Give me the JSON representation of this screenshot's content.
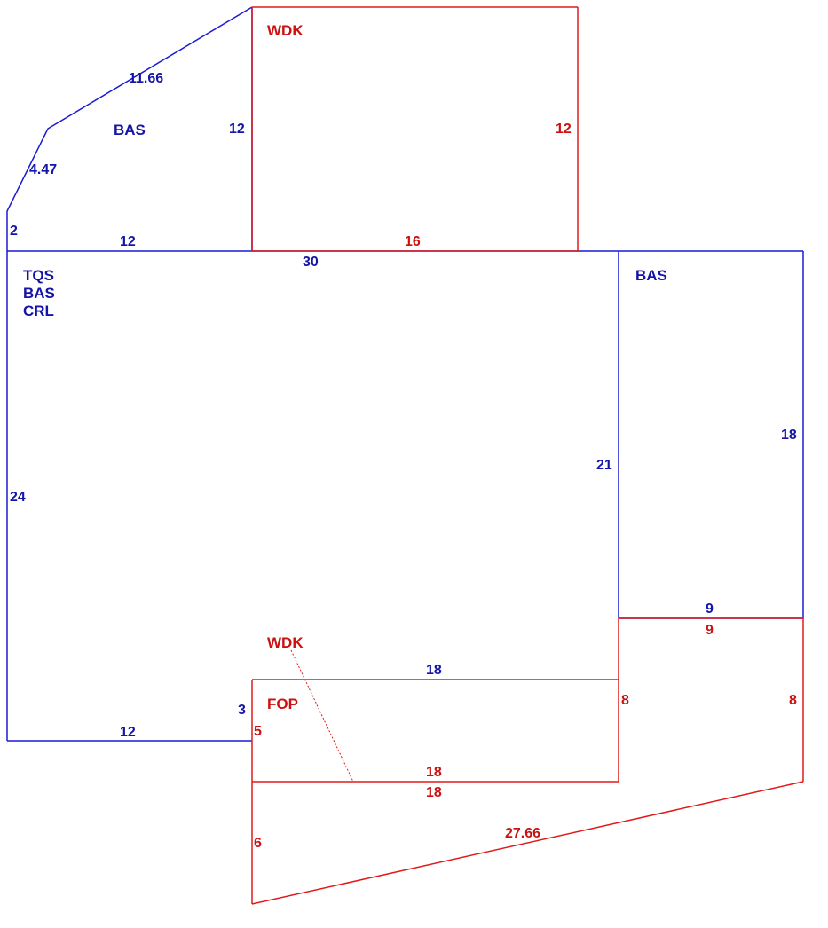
{
  "colors": {
    "blue_line": "#1a1ad6",
    "blue_text": "#1414a8",
    "red_line": "#e01a1a",
    "red_text": "#cc1111",
    "background": "#ffffff"
  },
  "areas": {
    "bas_top_left": "BAS",
    "wdk_top": "WDK",
    "main": [
      "TQS",
      "BAS",
      "CRL"
    ],
    "bas_right": "BAS",
    "wdk_bottom": "WDK",
    "fop": "FOP"
  },
  "dimensions": {
    "bas_tl_diag_top": "11.66",
    "bas_tl_diag_small": "4.47",
    "bas_tl_left": "2",
    "bas_tl_bottom": "12",
    "bas_tl_right": "12",
    "wdk_top_right": "12",
    "wdk_top_bottom": "16",
    "main_top": "30",
    "main_left": "24",
    "main_right": "21",
    "main_bottom_left": "12",
    "main_notch": "3",
    "main_bottom_mid": "18",
    "bas_right_side": "18",
    "bas_right_bottom": "9",
    "wdk_right_top": "9",
    "wdk_right_left": "8",
    "wdk_right_right": "8",
    "fop_left": "5",
    "fop_bottom": "18",
    "wdk_bottom_top": "18",
    "wdk_bottom_left": "6",
    "wdk_bottom_diag": "27.66"
  }
}
